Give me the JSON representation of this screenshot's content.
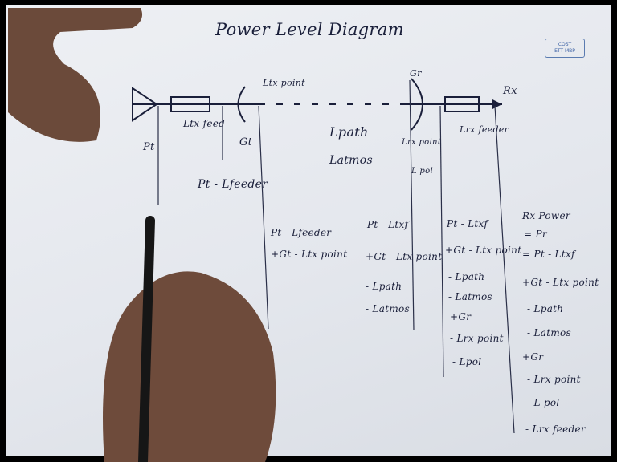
{
  "title": "Power Level Diagram",
  "stamp": [
    "COST",
    "ETT MBP"
  ],
  "labels": {
    "tx_feed": "Ltx feed",
    "gt": "Gt",
    "tx_point": "Ltx point",
    "l_path": "Lpath",
    "l_atmos": "Latmos",
    "gr": "Gr",
    "rx_point": "Lrx point",
    "l_pol": "L pol",
    "rx_feeder": "Lrx feeder",
    "rx": "Rx"
  },
  "columns": {
    "c1": [
      "Pt"
    ],
    "c2": [
      "Pt - Lfeeder"
    ],
    "c3": [
      "Pt - Lfeeder",
      "+Gt - Ltx point"
    ],
    "c4": [
      "Pt - Ltxf",
      "+Gt - Ltx point",
      "- Lpath",
      "- Latmos"
    ],
    "c5": [
      "Pt - Ltxf",
      "+Gt - Ltx point",
      "- Lpath",
      "- Latmos",
      "+Gr",
      "- Lrx point",
      "- Lpol"
    ],
    "c6": [
      "Rx Power",
      "= Pr",
      "= Pt - Ltxf",
      "+Gt - Ltx point",
      "- Lpath",
      "- Latmos",
      "+Gr",
      "- Lrx point",
      "- L pol",
      "- Lrx feeder"
    ]
  }
}
